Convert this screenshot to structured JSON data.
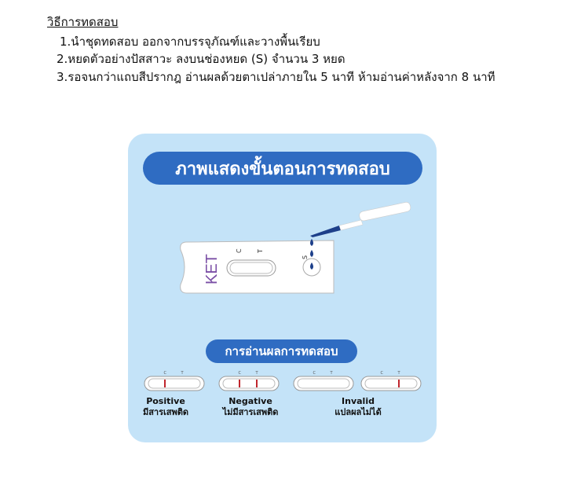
{
  "instructions": {
    "heading": "วิธีการทดสอบ",
    "steps": [
      "1.นำชุดทดสอบ ออกจากบรรจุภัณฑ์และวางพื้นเรียบ",
      "2.หยดตัวอย่างปัสสาวะ ลงบนช่องหยด (S) จำนวน 3 หยด",
      "3.รอจนกว่าแถบสีปรากฎ อ่านผลด้วยตาเปล่าภายใน 5 นาที ห้ามอ่านค่าหลังจาก 8 นาที"
    ]
  },
  "illustration": {
    "title": "ภาพแสดงขั้นตอนการทดสอบ",
    "cassette_label": "KET",
    "mark_c": "C",
    "mark_t": "T",
    "mark_s": "S",
    "results_title": "การอ่านผลการทดสอบ",
    "results": [
      {
        "en": "Positive",
        "th": "มีสารเสพติด"
      },
      {
        "en": "Negative",
        "th": "ไม่มีสารเสพติด"
      },
      {
        "en": "Invalid",
        "th": "แปลผลไม่ได้"
      }
    ],
    "colors": {
      "panel": "#c4e3f8",
      "pill": "#2f6cc2",
      "drop": "#1d3f8a",
      "line": "#c0262d",
      "ket": "#7b4fa6"
    }
  }
}
